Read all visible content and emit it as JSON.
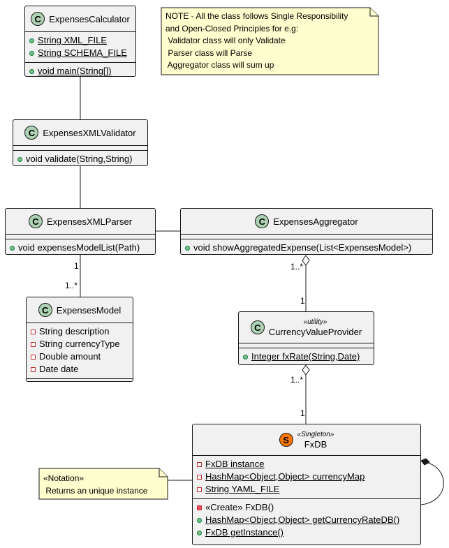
{
  "note_principles": {
    "lines": [
      "NOTE - All the class follows Single Responsibility",
      "and Open-Closed Principles for e.g:",
      " Validator class will only Validate",
      " Parser class will Parse",
      " Aggregator class will sum up"
    ]
  },
  "note_notation": {
    "lines": [
      "«Notation»",
      " Returns an unique instance"
    ]
  },
  "classes": {
    "calculator": {
      "badge": "C",
      "name": "ExpensesCalculator",
      "fields": [
        "String XML_FILE",
        "String SCHEMA_FILE"
      ],
      "methods": [
        "void main(String[])"
      ]
    },
    "validator": {
      "badge": "C",
      "name": "ExpensesXMLValidator",
      "methods": [
        "void validate(String,String)"
      ]
    },
    "parser": {
      "badge": "C",
      "name": "ExpensesXMLParser",
      "methods": [
        "void expensesModelList(Path)"
      ]
    },
    "aggregator": {
      "badge": "C",
      "name": "ExpensesAggregator",
      "methods": [
        "void showAggregatedExpense(List<ExpensesModel>)"
      ]
    },
    "model": {
      "badge": "C",
      "name": "ExpensesModel",
      "fields": [
        "String description",
        "String currencyType",
        "Double amount",
        "Date date"
      ]
    },
    "currency": {
      "badge": "C",
      "stereotype": "«utility»",
      "name": "CurrencyValueProvider",
      "methods": [
        "Integer fxRate(String,Date)"
      ]
    },
    "fxdb": {
      "badge": "S",
      "stereotype": "«Singleton»",
      "name": "FxDB",
      "fields": [
        "FxDB instance",
        "HashMap<Object,Object> currencyMap",
        "String YAML_FILE"
      ],
      "methods": [
        "«Create» FxDB()",
        "HashMap<Object,Object> getCurrencyRateDB()",
        "FxDB getInstance()"
      ]
    }
  },
  "multiplicities": {
    "parser_model_src": "1",
    "parser_model_dst": "1..*",
    "agg_currency_src": "1..*",
    "agg_currency_dst": "1",
    "currency_fxdb_src": "1..*",
    "currency_fxdb_dst": "1"
  },
  "colors": {
    "class_fill": "#f1f1f1",
    "class_badge": "#add1b2",
    "singleton_badge": "#ff7700",
    "note_fill": "#fefece",
    "border": "#181818"
  }
}
